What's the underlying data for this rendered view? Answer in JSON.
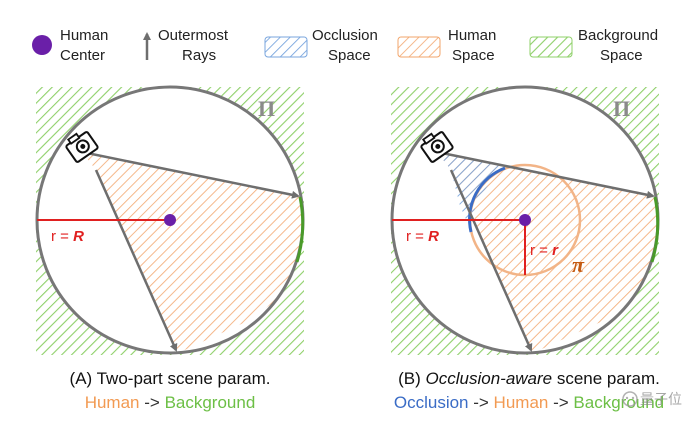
{
  "legend": {
    "center": [
      "Human",
      "Center"
    ],
    "rays": [
      "Outermost",
      "Rays"
    ],
    "occlusion": [
      "Occlusion",
      "Space"
    ],
    "human": [
      "Human",
      "Space"
    ],
    "background": [
      "Background",
      "Space"
    ]
  },
  "panel_a": {
    "outer_symbol": "Π",
    "radius_label": "r = ",
    "radius_var": "R",
    "caption": "(A) Two-part scene param.",
    "order": [
      "Human",
      " -> ",
      "Background"
    ]
  },
  "panel_b": {
    "outer_symbol": "Π",
    "inner_symbol": "π",
    "radius_label": "r = ",
    "radius_var": "R",
    "inner_radius_label": "r = ",
    "inner_radius_var": "r",
    "caption_prefix": "(B) ",
    "caption_italic": "Occlusion-aware",
    "caption_suffix": " scene param.",
    "order": [
      "Occlusion",
      " -> ",
      "Human",
      " -> ",
      "Background"
    ]
  },
  "watermark": "量子位",
  "colors": {
    "center": "#6a1fa8",
    "ray": "#6e6e6e",
    "occlusion": "#6f9bd6",
    "human": "#f2a56b",
    "background": "#7fc75b",
    "radius": "#e02020",
    "pi": "#c45a12"
  }
}
